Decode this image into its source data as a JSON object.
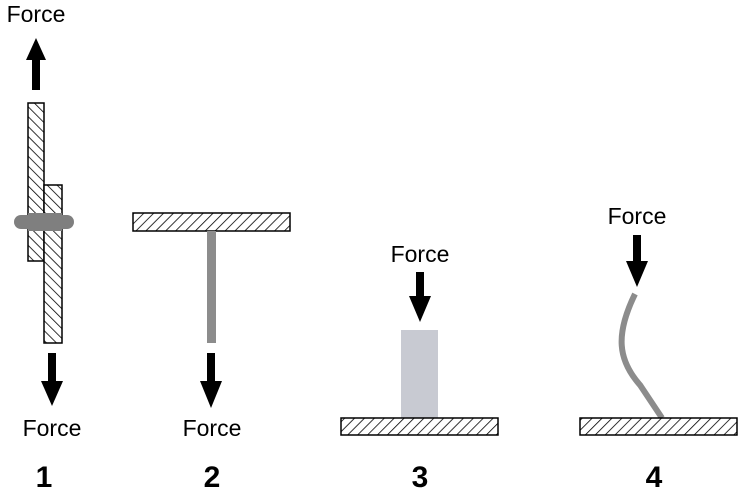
{
  "force_label": "Force",
  "panels": [
    {
      "number": "1",
      "force_labels": [
        "Force",
        "Force"
      ]
    },
    {
      "number": "2",
      "force_labels": [
        "Force"
      ]
    },
    {
      "number": "3",
      "force_labels": [
        "Force"
      ]
    },
    {
      "number": "4",
      "force_labels": [
        "Force"
      ]
    }
  ],
  "colors": {
    "arrow": "#000000",
    "hatch_fill": "#ffffff",
    "hatch_line": "#000000",
    "rod": "#8c8c8c",
    "block": "#c8cad2",
    "fastener": "#7f7f7f"
  }
}
